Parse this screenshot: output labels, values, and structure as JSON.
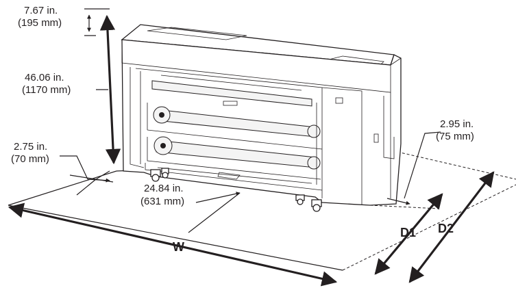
{
  "dimensions": {
    "top_clearance": {
      "in": "7.67 in.",
      "mm": "(195 mm)"
    },
    "height": {
      "in": "46.06 in.",
      "mm": "(1170 mm)"
    },
    "side_offset": {
      "in": "2.75 in.",
      "mm": "(70 mm)"
    },
    "leg_spacing": {
      "in": "24.84 in.",
      "mm": "(631 mm)"
    },
    "rear_offset": {
      "in": "2.95 in.",
      "mm": "(75 mm)"
    }
  },
  "labels": {
    "width": "W",
    "depth1": "D1",
    "depth2": "D2"
  },
  "colors": {
    "line": "#231f20",
    "background": "#ffffff"
  }
}
